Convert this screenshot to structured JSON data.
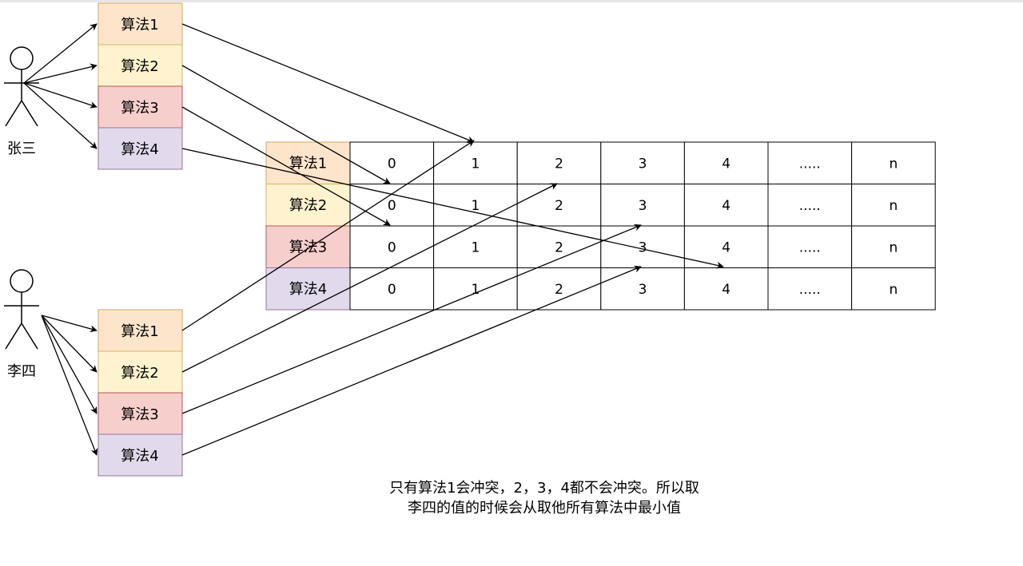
{
  "actors": [
    {
      "name": "张三"
    },
    {
      "name": "李四"
    }
  ],
  "algorithms": [
    "算法1",
    "算法2",
    "算法3",
    "算法4"
  ],
  "algo_colors": [
    {
      "fill": "#fde5cc",
      "stroke": "#d7a55b"
    },
    {
      "fill": "#fff3cf",
      "stroke": "#d7b65b"
    },
    {
      "fill": "#f6cfcd",
      "stroke": "#b85450"
    },
    {
      "fill": "#e3d9ec",
      "stroke": "#9673a6"
    }
  ],
  "table": {
    "columns": [
      "0",
      "1",
      "2",
      "3",
      "4",
      ".....",
      "n"
    ]
  },
  "caption": {
    "line1": "只有算法1会冲突，2，3，4都不会冲突。所以取",
    "line2": "李四的值的时候会从取他所有算法中最小值"
  }
}
